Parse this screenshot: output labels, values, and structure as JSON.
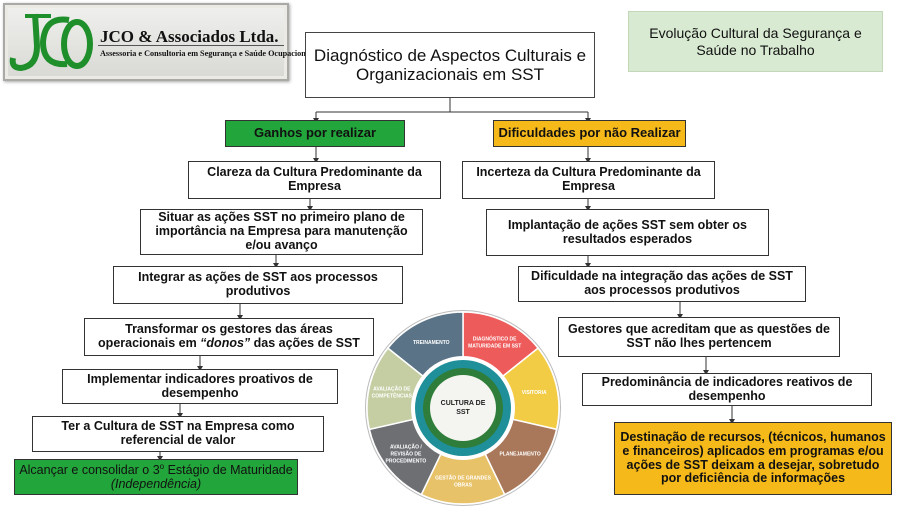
{
  "logo": {
    "name": "JCO & Associados Ltda.",
    "subtitle": "Assessoria e Consultoria em Segurança e Saúde Ocupacional",
    "colors": {
      "mark": "#1f8f2b"
    }
  },
  "header": {
    "title": "Diagnóstico de Aspectos Culturais e Organizacionais em SST",
    "side_title": "Evolução Cultural da Segurança e Saúde no Trabalho"
  },
  "left_column": {
    "heading": "Ganhos por realizar",
    "items": [
      "Clareza da Cultura Predominante da Empresa",
      "Situar as ações SST no primeiro plano de importância na Empresa para manutenção e/ou avanço",
      "Integrar as ações de SST aos processos produtivos",
      "Implementar indicadores proativos de desempenho",
      "Ter a Cultura de SST na Empresa como referencial de valor"
    ],
    "item_owners": {
      "pre": "Transformar os gestores das áreas operacionais em ",
      "emph": "“donos”",
      "post": " das ações de SST"
    },
    "final": {
      "pre": "Alcançar e consolidar o 3",
      "sup": "o",
      "mid": " Estágio de Maturidade ",
      "emph": "(Independência)"
    }
  },
  "right_column": {
    "heading": "Dificuldades por não Realizar",
    "items": [
      "Incerteza da Cultura Predominante da Empresa",
      "Implantação de ações SST sem obter os resultados esperados",
      "Dificuldade na integração das ações de SST aos processos produtivos",
      "Gestores que acreditam que as questões de SST não lhes pertencem",
      "Predominância de indicadores reativos de desempenho",
      "Destinação de recursos, (técnicos, humanos e financeiros) aplicados em programas e/ou ações de SST deixam a desejar, sobretudo por deficiência de informações"
    ]
  },
  "wheel": {
    "center": [
      "CULTURA DE",
      "SST"
    ],
    "segments": [
      {
        "lines": [
          "DIAGNÓSTICO DE",
          "MATURIDADE EM SST"
        ],
        "color": "#ee5b5b"
      },
      {
        "lines": [
          "VISITORIA"
        ],
        "color": "#f3cc46"
      },
      {
        "lines": [
          "PLANEJAMENTO"
        ],
        "color": "#a9785a"
      },
      {
        "lines": [
          "GESTÃO DE GRANDES",
          "OBRAS"
        ],
        "color": "#e8c268"
      },
      {
        "lines": [
          "AVALIAÇÃO /",
          "REVISÃO DE",
          "PROCEDIMENTO"
        ],
        "color": "#6d6f73"
      },
      {
        "lines": [
          "AVALIAÇÃO DE",
          "COMPETÊNCIAS"
        ],
        "color": "#c5cea3"
      },
      {
        "lines": [
          "TREINAMENTO"
        ],
        "color": "#5a7386"
      }
    ]
  }
}
